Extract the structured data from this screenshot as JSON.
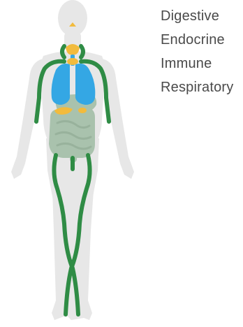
{
  "legend": {
    "items": [
      {
        "label": "Digestive",
        "color": "#a9c2ad"
      },
      {
        "label": "Endocrine",
        "color": "#f2bb3d"
      },
      {
        "label": "Immune",
        "color": "#2f8c45"
      },
      {
        "label": "Respiratory",
        "color": "#34a7e4"
      }
    ]
  },
  "figure": {
    "body_color": "#e7e7e7"
  }
}
